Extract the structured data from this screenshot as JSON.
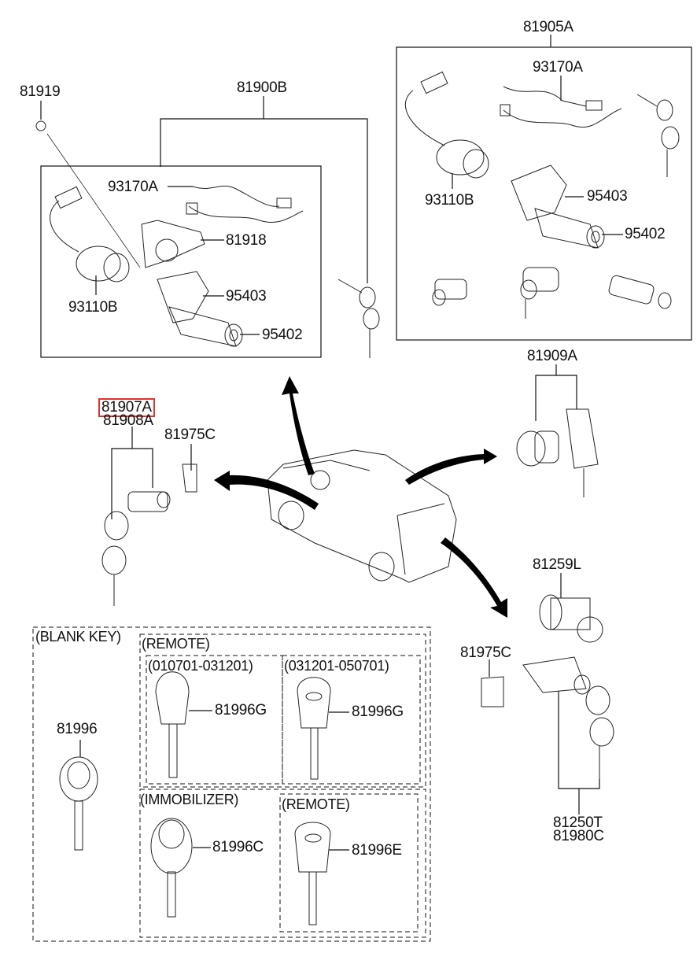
{
  "diagram": {
    "title": "Key & Lock Set Parts Diagram",
    "highlight_color": "#e03030",
    "labels": {
      "p81919": "81919",
      "p81900B": "81900B",
      "p81905A": "81905A",
      "left_box": {
        "p93170A": "93170A",
        "p81918": "81918",
        "p93110B": "93110B",
        "p95403": "95403",
        "p95402": "95402"
      },
      "right_box": {
        "p93170A": "93170A",
        "p93110B": "93110B",
        "p95403": "95403",
        "p95402": "95402"
      },
      "p81907A": "81907A",
      "p81908A": "81908A",
      "p81975C_front": "81975C",
      "p81909A": "81909A",
      "p81259L": "81259L",
      "p81975C_rear": "81975C",
      "p81250T": "81250T",
      "p81980C": "81980C"
    },
    "key_section": {
      "blank_key_title": "(BLANK KEY)",
      "blank_key_part": "81996",
      "remote_title": "(REMOTE)",
      "remote_range_1": "(010701-031201)",
      "remote_part_1": "81996G",
      "remote_range_2": "(031201-050701)",
      "remote_part_2": "81996G",
      "immobilizer_title": "(IMMOBILIZER)",
      "immobilizer_part": "81996C",
      "remote2_title": "(REMOTE)",
      "remote2_part": "81996E"
    },
    "highlighted_part": "81907A"
  }
}
